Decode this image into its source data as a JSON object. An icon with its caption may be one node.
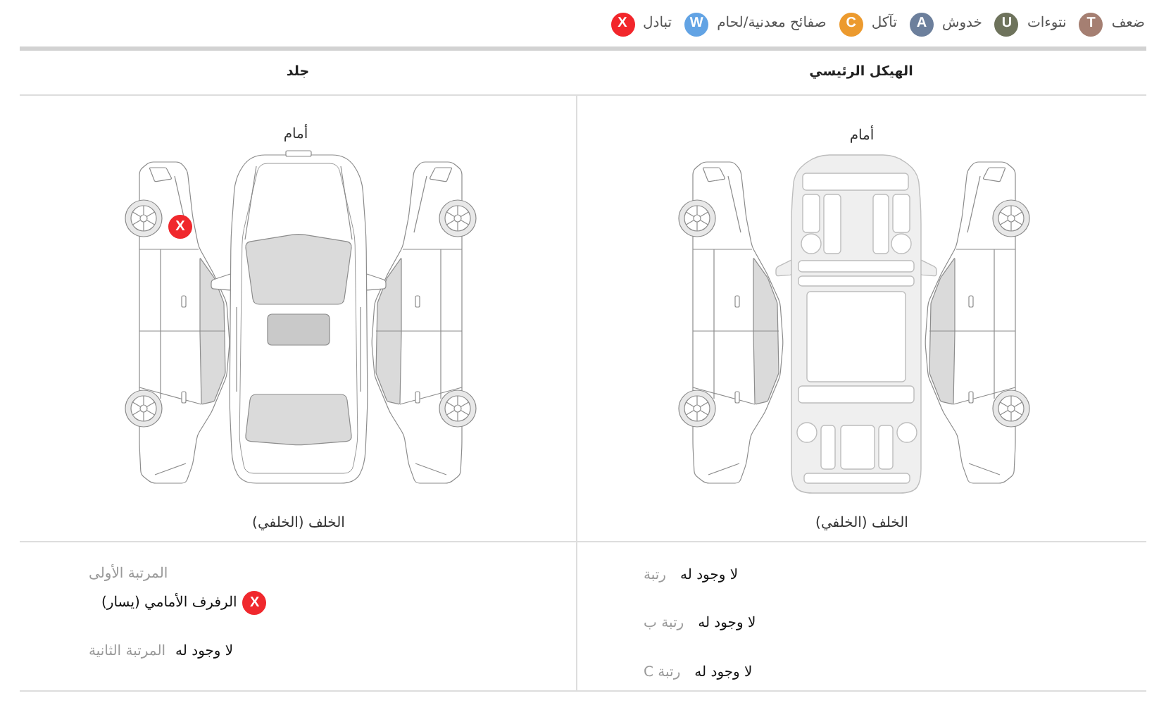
{
  "diagram": {
    "nodes": [
      {
        "text": [
          "الهيكل الرئيسي"
        ]
      },
      {
        "text": [
          "جلد"
        ]
      },
      {
        "text": [
          "أمام",
          "الخلف (الخلفي)"
        ]
      },
      {
        "text": [
          "أمام",
          "X",
          "الخلف (الخلفي)"
        ]
      },
      {
        "text": [
          "رتبة",
          "لا وجود له",
          "رتبة ب",
          "لا وجود له",
          "رتبة C",
          "لا وجود له"
        ]
      },
      {
        "text": [
          "المرتبة الأولى",
          "X",
          "الرفرف الأمامي (يسار)",
          "المرتبة الثانية",
          "لا وجود له"
        ]
      }
    ],
    "labels": [
      "T",
      "U",
      "A",
      "C",
      "W",
      "X"
    ],
    "legend": [
      {
        "text": "ضعف",
        "color": "#a57f72"
      },
      {
        "text": "نتوءات",
        "color": "#6e735c"
      },
      {
        "text": "خدوش",
        "color": "#6c7f9c"
      },
      {
        "text": "تآكل",
        "color": "#ec9a2e"
      },
      {
        "text": "صفائح معدنية/لحام",
        "color": "#62a3e4"
      },
      {
        "text": "تبادل",
        "color": "#f2262b"
      }
    ]
  }
}
